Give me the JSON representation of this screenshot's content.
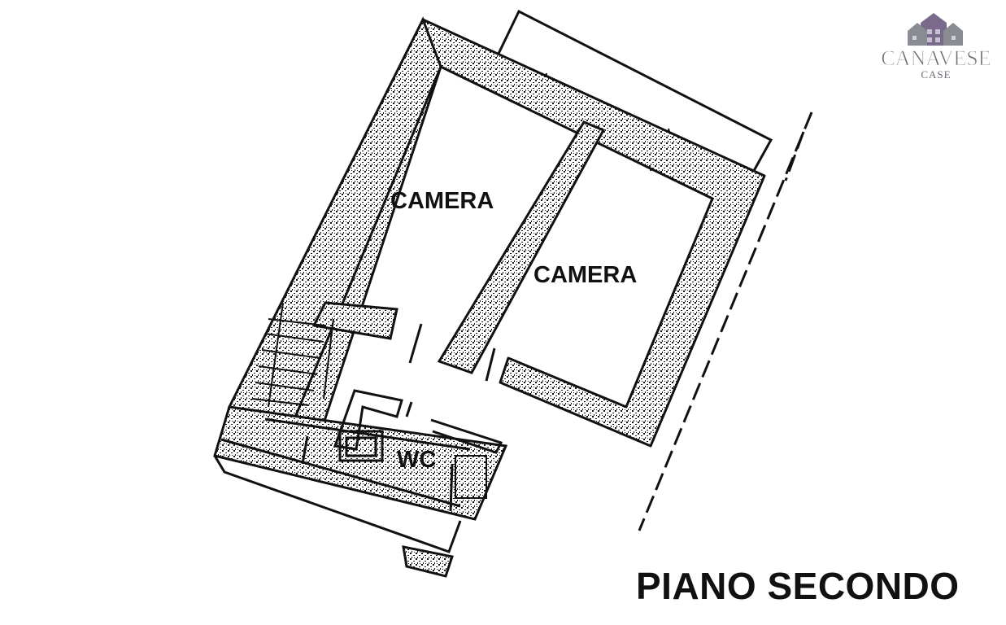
{
  "rooms": {
    "camera_1": "CAMERA",
    "camera_2": "CAMERA",
    "wc": "WC"
  },
  "floor_title": "PIANO SECONDO",
  "logo": {
    "brand": "CANAVESE",
    "sub": "CASE"
  },
  "colors": {
    "ink": "#111111",
    "logo_gray": "#6d6f78",
    "logo_purple": "#7a6a8c"
  }
}
